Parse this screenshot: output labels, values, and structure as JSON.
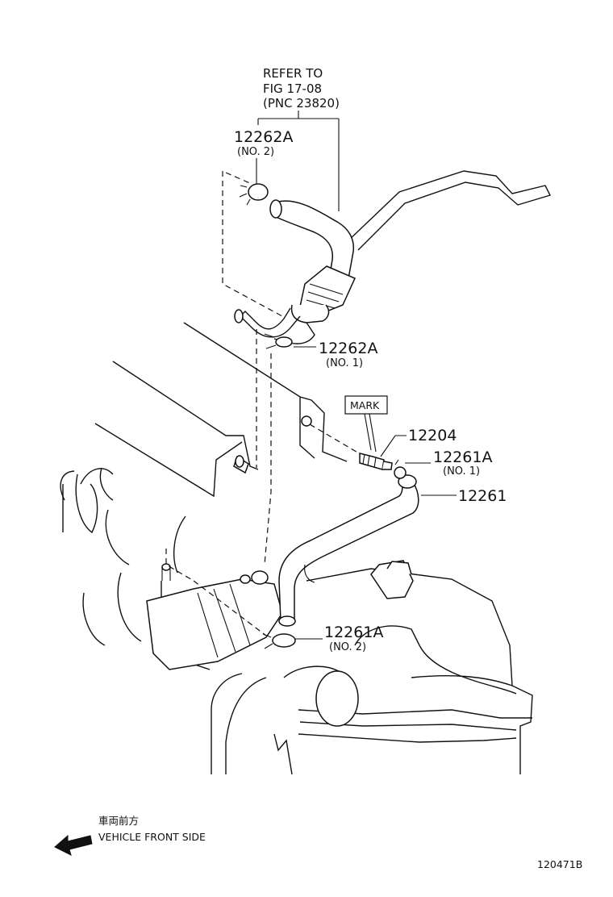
{
  "refer": {
    "line1": "REFER TO",
    "line2": "FIG 17-08",
    "line3": "(PNC 23820)"
  },
  "callouts": {
    "c12262A_top": {
      "number": "12262A",
      "sub": "(NO. 2)"
    },
    "c12262A_mid": {
      "number": "12262A",
      "sub": "(NO. 1)"
    },
    "c12204": {
      "number": "12204"
    },
    "c12261A_right": {
      "number": "12261A",
      "sub": "(NO. 1)"
    },
    "c12261": {
      "number": "12261"
    },
    "c12261A_bottom": {
      "number": "12261A",
      "sub": "(NO. 2)"
    }
  },
  "mark_label": "MARK",
  "front": {
    "jp": "車両前方",
    "en": "VEHICLE FRONT SIDE"
  },
  "figure_id": "120471B"
}
